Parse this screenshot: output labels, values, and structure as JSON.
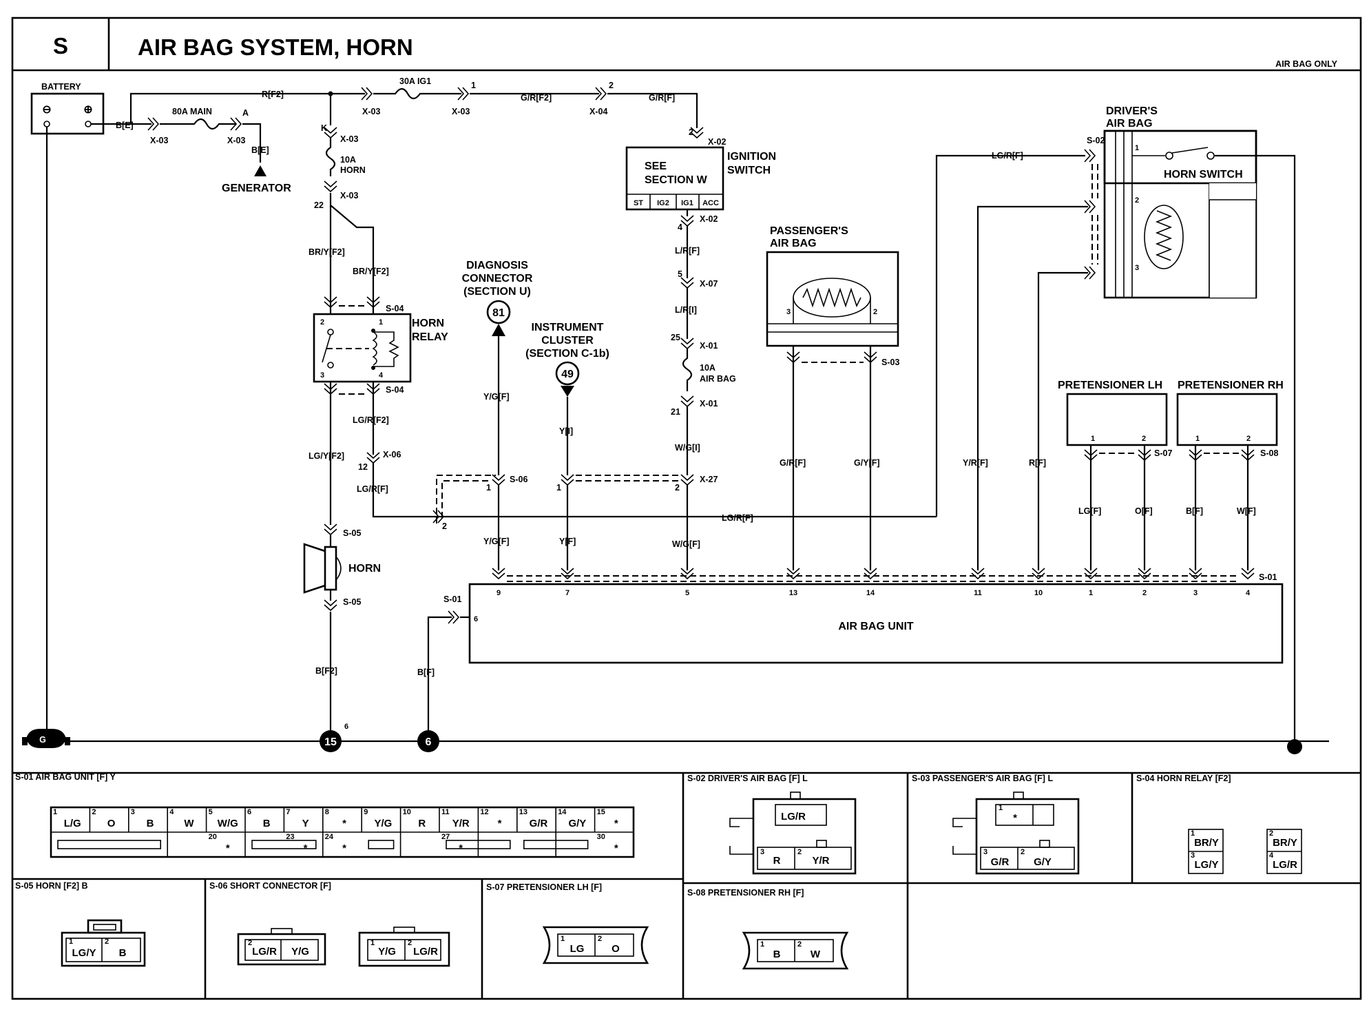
{
  "header": {
    "section_letter": "S",
    "title": "AIR BAG SYSTEM, HORN",
    "note": "AIR BAG ONLY"
  },
  "labels": {
    "battery": "BATTERY",
    "battery_neg": "⊖",
    "battery_pos": "⊕",
    "main_fuse": "80A MAIN",
    "main_fuse_a": "A",
    "x03": "X-03",
    "x04": "X-04",
    "x02": "X-02",
    "x07": "X-07",
    "x01": "X-01",
    "x06": "X-06",
    "x27": "X-27",
    "wire_b_e": "B[E]",
    "wire_b_e2": "B[E]",
    "generator": "GENERATOR",
    "wire_r_f2": "R[F2]",
    "fuse_ig1": "30A IG1",
    "pin_1": "1",
    "wire_gr_f2": "G/R[F2]",
    "pin_2": "2",
    "wire_gr_f": "G/R[F]",
    "pin_k": "K",
    "fuse_horn_a": "10A",
    "fuse_horn_b": "HORN",
    "pin_22": "22",
    "wire_bry_f2_a": "BR/Y[F2]",
    "wire_bry_f2_b": "BR/Y[F2]",
    "s04": "S-04",
    "horn_relay_a": "HORN",
    "horn_relay_b": "RELAY",
    "relay_pin_1": "1",
    "relay_pin_2": "2",
    "relay_pin_3": "3",
    "relay_pin_4": "4",
    "wire_lgy_f2": "LG/Y[F2]",
    "wire_lgr_f2": "LG/R[F2]",
    "pin_12": "12",
    "wire_lgr_f": "LG/R[F]",
    "s05": "S-05",
    "horn": "HORN",
    "wire_b_f2": "B[F2]",
    "see_section_a": "SEE",
    "see_section_b": "SECTION W",
    "ign_switch_a": "IGNITION",
    "ign_switch_b": "SWITCH",
    "ign_st": "ST",
    "ign_ig2": "IG2",
    "ign_ig1": "IG1",
    "ign_acc": "ACC",
    "pin_4": "4",
    "wire_lr_f": "L/R[F]",
    "pin_5": "5",
    "wire_lr_i": "L/R[I]",
    "pin_25": "25",
    "fuse_ab_a": "10A",
    "fuse_ab_b": "AIR BAG",
    "pin_21": "21",
    "wire_wg_i": "W/G[I]",
    "diag_a": "DIAGNOSIS",
    "diag_b": "CONNECTOR",
    "diag_c": "(SECTION U)",
    "diag_num": "81",
    "wire_yg_f": "Y/G[F]",
    "s06": "S-06",
    "inst_a": "INSTRUMENT",
    "inst_b": "CLUSTER",
    "inst_c": "(SECTION C-1b)",
    "inst_num": "49",
    "wire_y_i": "Y[I]",
    "wire_lgr_f_long": "LG/R[F]",
    "wire_yg_f2": "Y/G[F]",
    "wire_y_f": "Y[F]",
    "wire_wg_f": "W/G[F]",
    "pass_a": "PASSENGER'S",
    "pass_b": "AIR BAG",
    "pass_pin_3": "3",
    "pass_pin_2": "2",
    "s03": "S-03",
    "wire_gr_f3": "G/R[F]",
    "wire_gy_f": "G/Y[F]",
    "drv_a": "DRIVER'S",
    "drv_b": "AIR BAG",
    "s02": "S-02",
    "wire_lgr_f_drv": "LG/R[F]",
    "horn_switch": "HORN SWITCH",
    "drv_pin_1": "1",
    "drv_pin_2": "2",
    "drv_pin_3": "3",
    "pret_lh": "PRETENSIONER LH",
    "pret_rh": "PRETENSIONER RH",
    "s07": "S-07",
    "s08": "S-08",
    "wire_yr_f": "Y/R[F]",
    "wire_r_f": "R[F]",
    "wire_lg_f": "LG[F]",
    "wire_o_f": "O[F]",
    "wire_b_f": "B[F]",
    "wire_w_f": "W[F]",
    "s01": "S-01",
    "s01b": "S-01",
    "airbag_unit": "AIR BAG UNIT",
    "unit_pins": [
      "9",
      "7",
      "5",
      "13",
      "14",
      "11",
      "10",
      "1",
      "2",
      "3",
      "4"
    ],
    "unit_pin_6": "6",
    "wire_b_f_gnd": "B[F]",
    "ground_g": "G",
    "ground_15": "15",
    "ground_15_sup": "6",
    "ground_6": "6"
  },
  "connectors": {
    "s01_title": "S-01 AIR BAG UNIT [F] Y",
    "s01_top": [
      {
        "pin": "1",
        "name": "L/G"
      },
      {
        "pin": "2",
        "name": "O"
      },
      {
        "pin": "3",
        "name": "B"
      },
      {
        "pin": "4",
        "name": "W"
      },
      {
        "pin": "5",
        "name": "W/G"
      },
      {
        "pin": "6",
        "name": "B"
      },
      {
        "pin": "7",
        "name": "Y"
      },
      {
        "pin": "8",
        "name": "*"
      },
      {
        "pin": "9",
        "name": "Y/G"
      },
      {
        "pin": "10",
        "name": "R"
      },
      {
        "pin": "11",
        "name": "Y/R"
      },
      {
        "pin": "12",
        "name": "*"
      },
      {
        "pin": "13",
        "name": "G/R"
      },
      {
        "pin": "14",
        "name": "G/Y"
      },
      {
        "pin": "15",
        "name": "*"
      }
    ],
    "s01_bottom": [
      {
        "pin": "20",
        "name": "*"
      },
      {
        "pin": "23",
        "name": "*"
      },
      {
        "pin": "24",
        "name": "*"
      },
      {
        "pin": "27",
        "name": "*"
      },
      {
        "pin": "30",
        "name": "*"
      }
    ],
    "s02_title": "S-02 DRIVER'S AIR BAG [F] L",
    "s02_pins": [
      {
        "pin": "",
        "name": "LG/R"
      },
      {
        "pin": "3",
        "name": "R"
      },
      {
        "pin": "2",
        "name": "Y/R"
      }
    ],
    "s03_title": "S-03 PASSENGER'S AIR BAG [F] L",
    "s03_pins": [
      {
        "pin": "1",
        "name": "*"
      },
      {
        "pin": "3",
        "name": "G/R"
      },
      {
        "pin": "2",
        "name": "G/Y"
      }
    ],
    "s04_title": "S-04 HORN RELAY [F2]",
    "s04_pins": [
      {
        "pin": "1",
        "name": "BR/Y"
      },
      {
        "pin": "2",
        "name": "BR/Y"
      },
      {
        "pin": "3",
        "name": "LG/Y"
      },
      {
        "pin": "4",
        "name": "LG/R"
      }
    ],
    "s05_title": "S-05 HORN [F2] B",
    "s05_pins": [
      {
        "pin": "1",
        "name": "LG/Y"
      },
      {
        "pin": "2",
        "name": "B"
      }
    ],
    "s06_title": "S-06 SHORT CONNECTOR [F]",
    "s06_a_pins": [
      {
        "pin": "2",
        "name": "LG/R"
      },
      {
        "pin": "",
        "name": "Y/G"
      }
    ],
    "s06_b_pins": [
      {
        "pin": "1",
        "name": "Y/G"
      },
      {
        "pin": "2",
        "name": "LG/R"
      }
    ],
    "s07_title": "S-07 PRETENSIONER LH [F]",
    "s07_pins": [
      {
        "pin": "1",
        "name": "LG"
      },
      {
        "pin": "2",
        "name": "O"
      }
    ],
    "s08_title": "S-08 PRETENSIONER RH [F]",
    "s08_pins": [
      {
        "pin": "1",
        "name": "B"
      },
      {
        "pin": "2",
        "name": "W"
      }
    ]
  }
}
